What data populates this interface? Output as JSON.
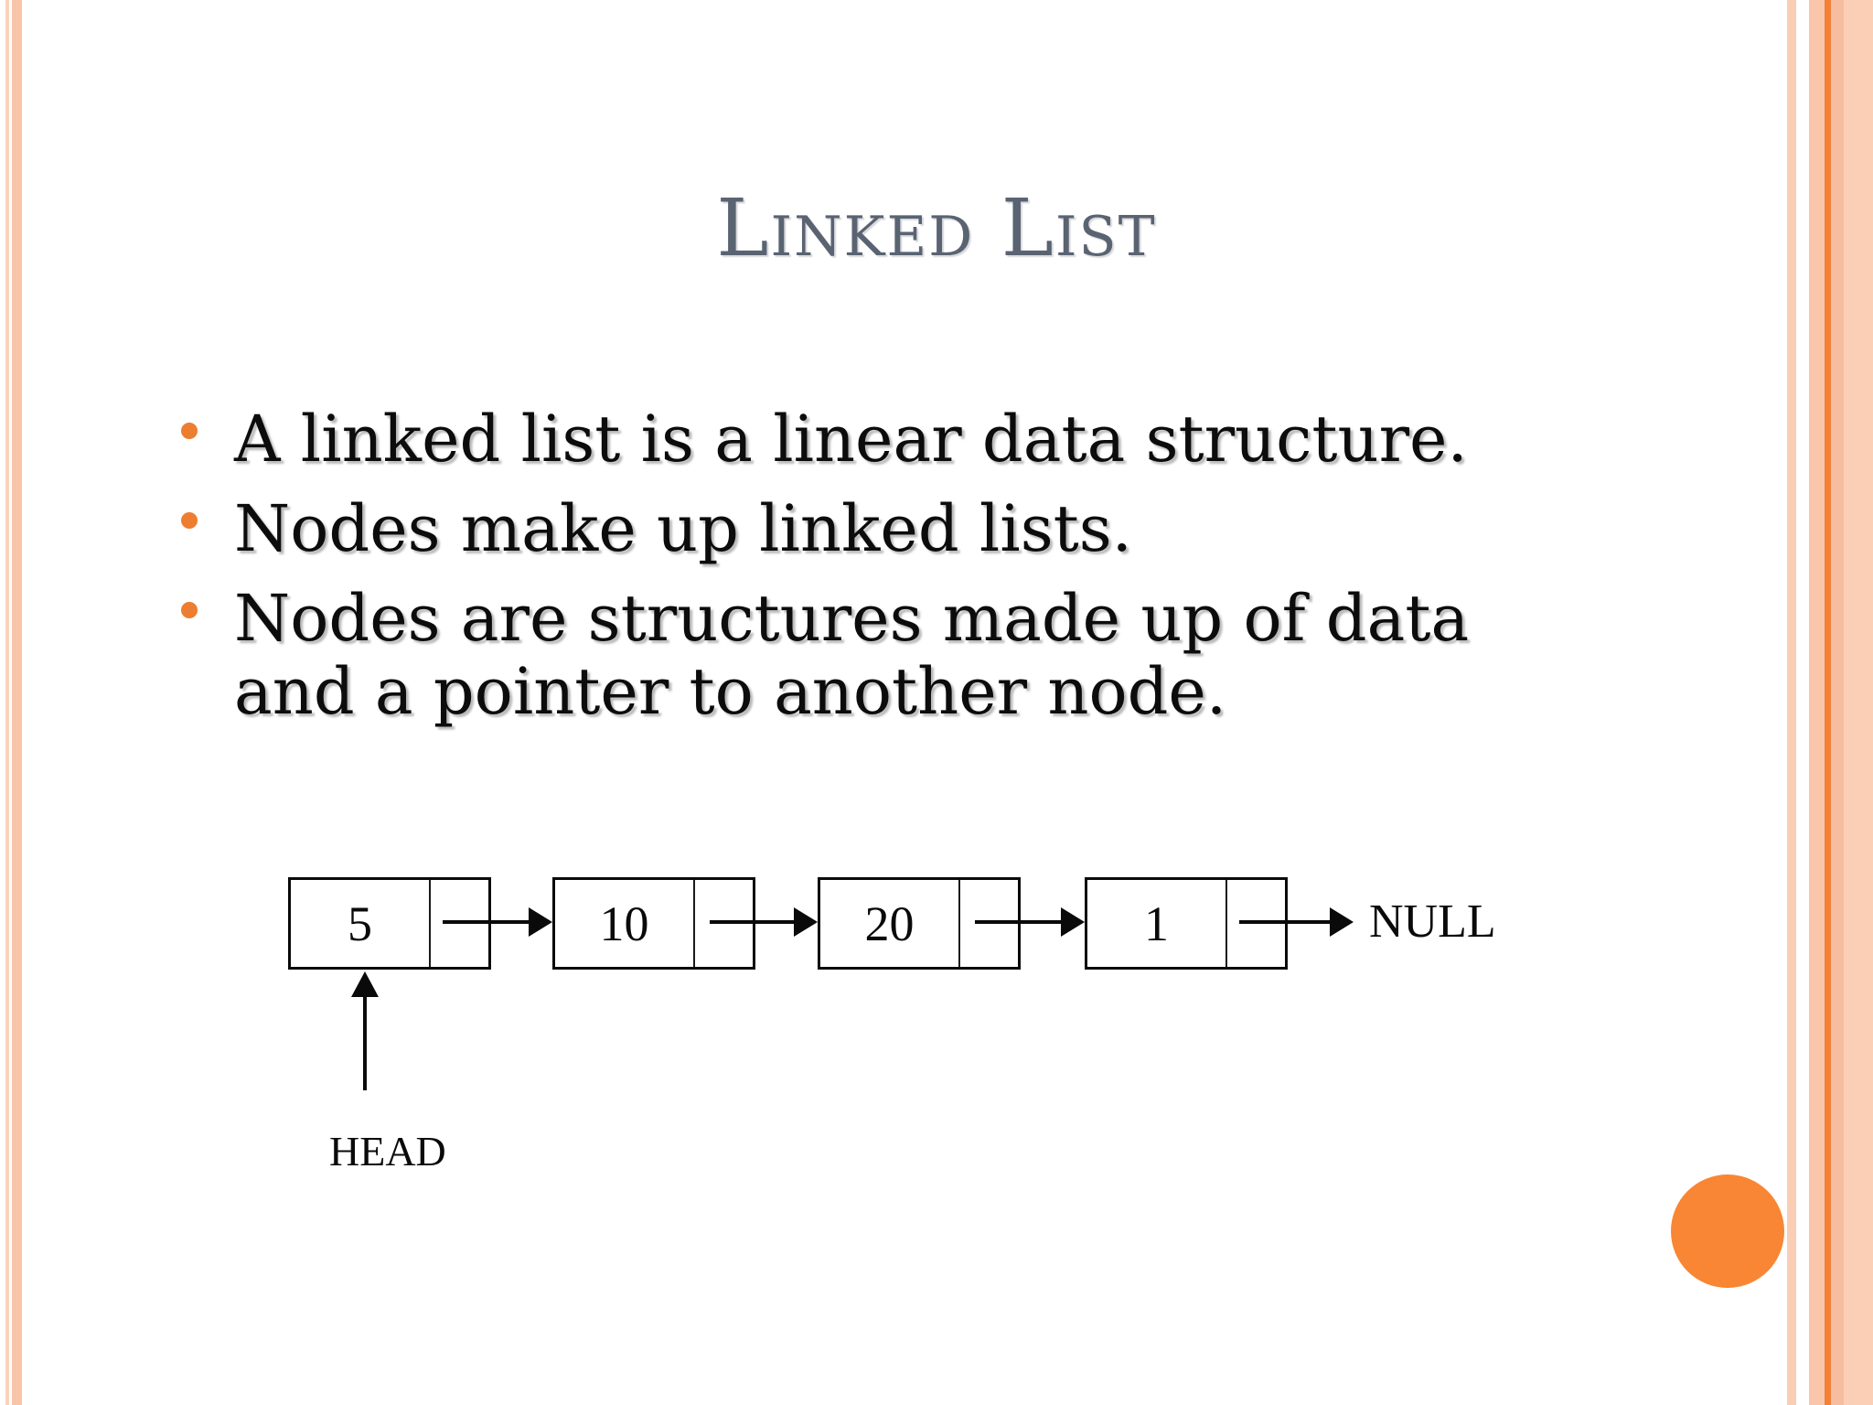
{
  "slide": {
    "title": "Linked List",
    "bullets": [
      "A linked list is a linear data structure.",
      "Nodes make up linked lists.",
      "Nodes are structures made up of data and a pointer to another node."
    ]
  },
  "diagram": {
    "nodes": [
      {
        "value": "5"
      },
      {
        "value": "10"
      },
      {
        "value": "20"
      },
      {
        "value": "1"
      }
    ],
    "null_label": "NULL",
    "head_label": "HEAD"
  },
  "theme": {
    "title_color": "#5A6372",
    "bullet_ring_color": "#ED7D31",
    "stripe_color": "#F9C5A9",
    "stripe_accent_color": "#F08136",
    "circle_color": "#F98634",
    "background_color": "#FFFFFF"
  }
}
